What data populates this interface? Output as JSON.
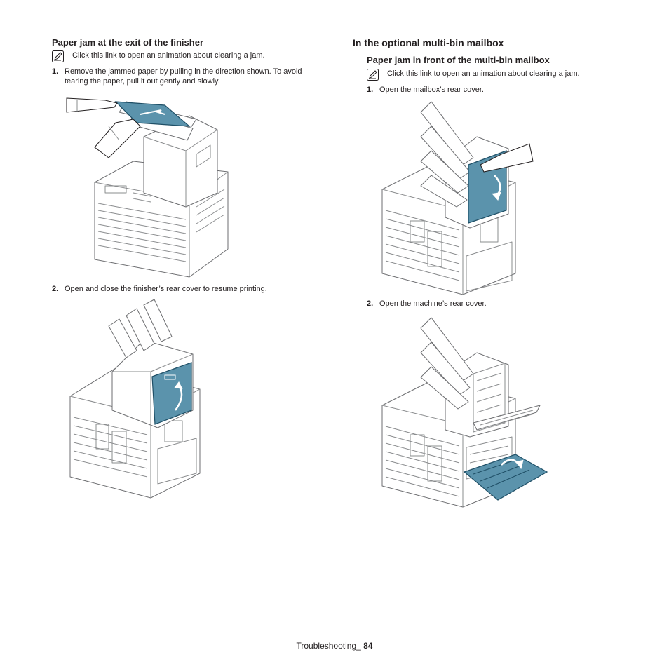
{
  "left": {
    "heading": "Paper jam at the exit of the finisher",
    "note": "Click this link to open an animation about clearing a jam.",
    "steps": [
      {
        "num": "1.",
        "text": "Remove the jammed paper by pulling in the direction shown. To avoid tearing the paper, pull it out gently and slowly."
      },
      {
        "num": "2.",
        "text": "Open and close the finisher’s rear cover to resume printing."
      }
    ]
  },
  "right": {
    "heading": "In the optional multi-bin mailbox",
    "subheading": "Paper jam in front of the multi-bin mailbox",
    "note": "Click this link to open an animation about clearing a jam.",
    "steps": [
      {
        "num": "1.",
        "text": "Open the mailbox’s rear cover."
      },
      {
        "num": "2.",
        "text": "Open the machine’s rear cover."
      }
    ]
  },
  "footer": {
    "section": "Troubleshooting_",
    "page": "84"
  },
  "colors": {
    "highlight": "#5b93ac",
    "text": "#231f20"
  }
}
